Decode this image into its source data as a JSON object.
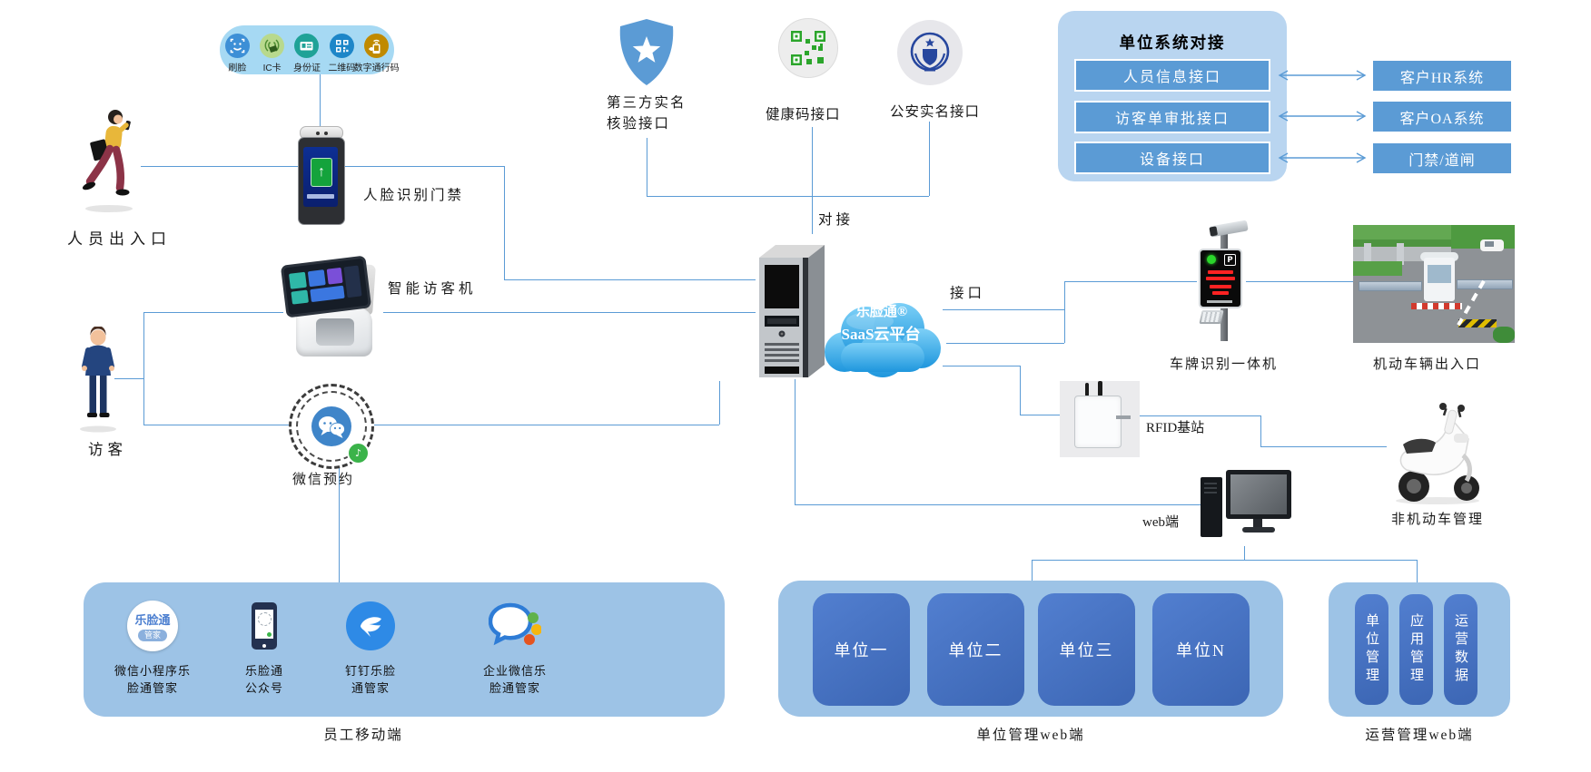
{
  "access_methods": {
    "items": [
      {
        "label": "刷脸"
      },
      {
        "label": "IC卡"
      },
      {
        "label": "身份证"
      },
      {
        "label": "二维码"
      },
      {
        "label": "数字通行码"
      }
    ]
  },
  "personnel": {
    "entrance_label": "人员出入口",
    "face_gate_label": "人脸识别门禁",
    "visitor_machine_label": "智能访客机",
    "visitor_label": "访客",
    "wechat_booking_label": "微信预约"
  },
  "top_interfaces": {
    "third_party_line1": "第三方实名",
    "third_party_line2": "核验接口",
    "health_code_label": "健康码接口",
    "police_label": "公安实名接口",
    "connect_label": "对接"
  },
  "unit_integration": {
    "title": "单位系统对接",
    "interfaces": [
      "人员信息接口",
      "访客单审批接口",
      "设备接口"
    ],
    "externals": [
      "客户HR系统",
      "客户OA系统",
      "门禁/道闸"
    ]
  },
  "platform": {
    "cloud_line1": "乐脸通®",
    "cloud_line2": "SaaS云平台",
    "interface_label": "接口"
  },
  "vehicle": {
    "plate_camera_label": "车牌识别一体机",
    "entrance_label": "机动车辆出入口",
    "rfid_label": "RFID基站",
    "non_motor_label": "非机动车管理",
    "parking_sign": "P"
  },
  "web": {
    "web_label": "web端"
  },
  "employee_mobile": {
    "caption": "员工移动端",
    "lelian_icon": {
      "title": "乐脸通",
      "badge": "管家"
    },
    "apps": [
      {
        "line1": "微信小程序乐",
        "line2": "脸通管家"
      },
      {
        "line1": "乐脸通",
        "line2": "公众号"
      },
      {
        "line1": "钉钉乐脸",
        "line2": "通管家"
      },
      {
        "line1": "企业微信乐",
        "line2": "脸通管家"
      }
    ]
  },
  "unit_web": {
    "caption": "单位管理web端",
    "units": [
      "单位一",
      "单位二",
      "单位三",
      "单位N"
    ]
  },
  "ops_web": {
    "caption": "运营管理web端",
    "modules": [
      "单位管理",
      "应用管理",
      "运营数据"
    ]
  },
  "icons": {
    "music_note": "♪",
    "arrow_up": "↑"
  },
  "colors": {
    "panel_light_blue": "#9dc3e6",
    "pill_sky_blue": "#a6d9f3",
    "integration_panel": "#b9d5f0",
    "bar_blue": "#5b9bd5",
    "unit_pill_blue": "#4472c4",
    "cloud_blue": "#2d9fe0",
    "line_blue": "#5b9bd5"
  }
}
